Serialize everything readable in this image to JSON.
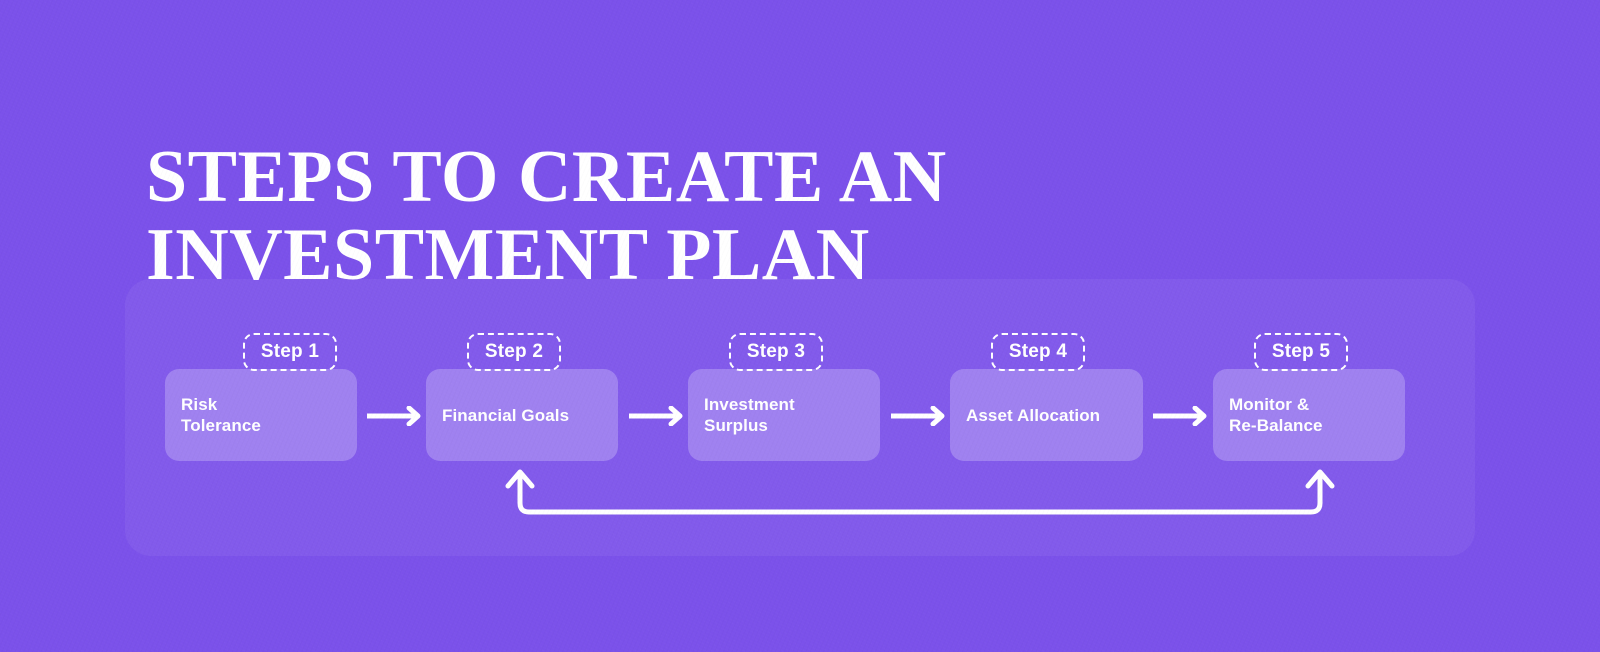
{
  "theme": {
    "background": "#7b51ea",
    "panel": "rgba(255,255,255,0.055)",
    "box_fill": "#9f81f0",
    "text": "#ffffff",
    "stroke": "#ffffff"
  },
  "header": {
    "title": "Steps to create an investment plan"
  },
  "flow": {
    "steps": [
      {
        "badge": "Step 1",
        "label": "Risk\nTolerance"
      },
      {
        "badge": "Step 2",
        "label": "Financial Goals"
      },
      {
        "badge": "Step 3",
        "label": "Investment\nSurplus"
      },
      {
        "badge": "Step 4",
        "label": "Asset Allocation"
      },
      {
        "badge": "Step 5",
        "label": "Monitor &\nRe-Balance"
      }
    ],
    "connectors": [
      {
        "from": "Step 1",
        "to": "Step 2",
        "icon": "arrow-right-icon"
      },
      {
        "from": "Step 2",
        "to": "Step 3",
        "icon": "arrow-right-icon"
      },
      {
        "from": "Step 3",
        "to": "Step 4",
        "icon": "arrow-right-icon"
      },
      {
        "from": "Step 4",
        "to": "Step 5",
        "icon": "arrow-right-icon"
      }
    ],
    "feedback_loop": {
      "icon": "double-headed-loop-arrow-icon",
      "from": "Step 5",
      "to": "Step 2"
    }
  }
}
